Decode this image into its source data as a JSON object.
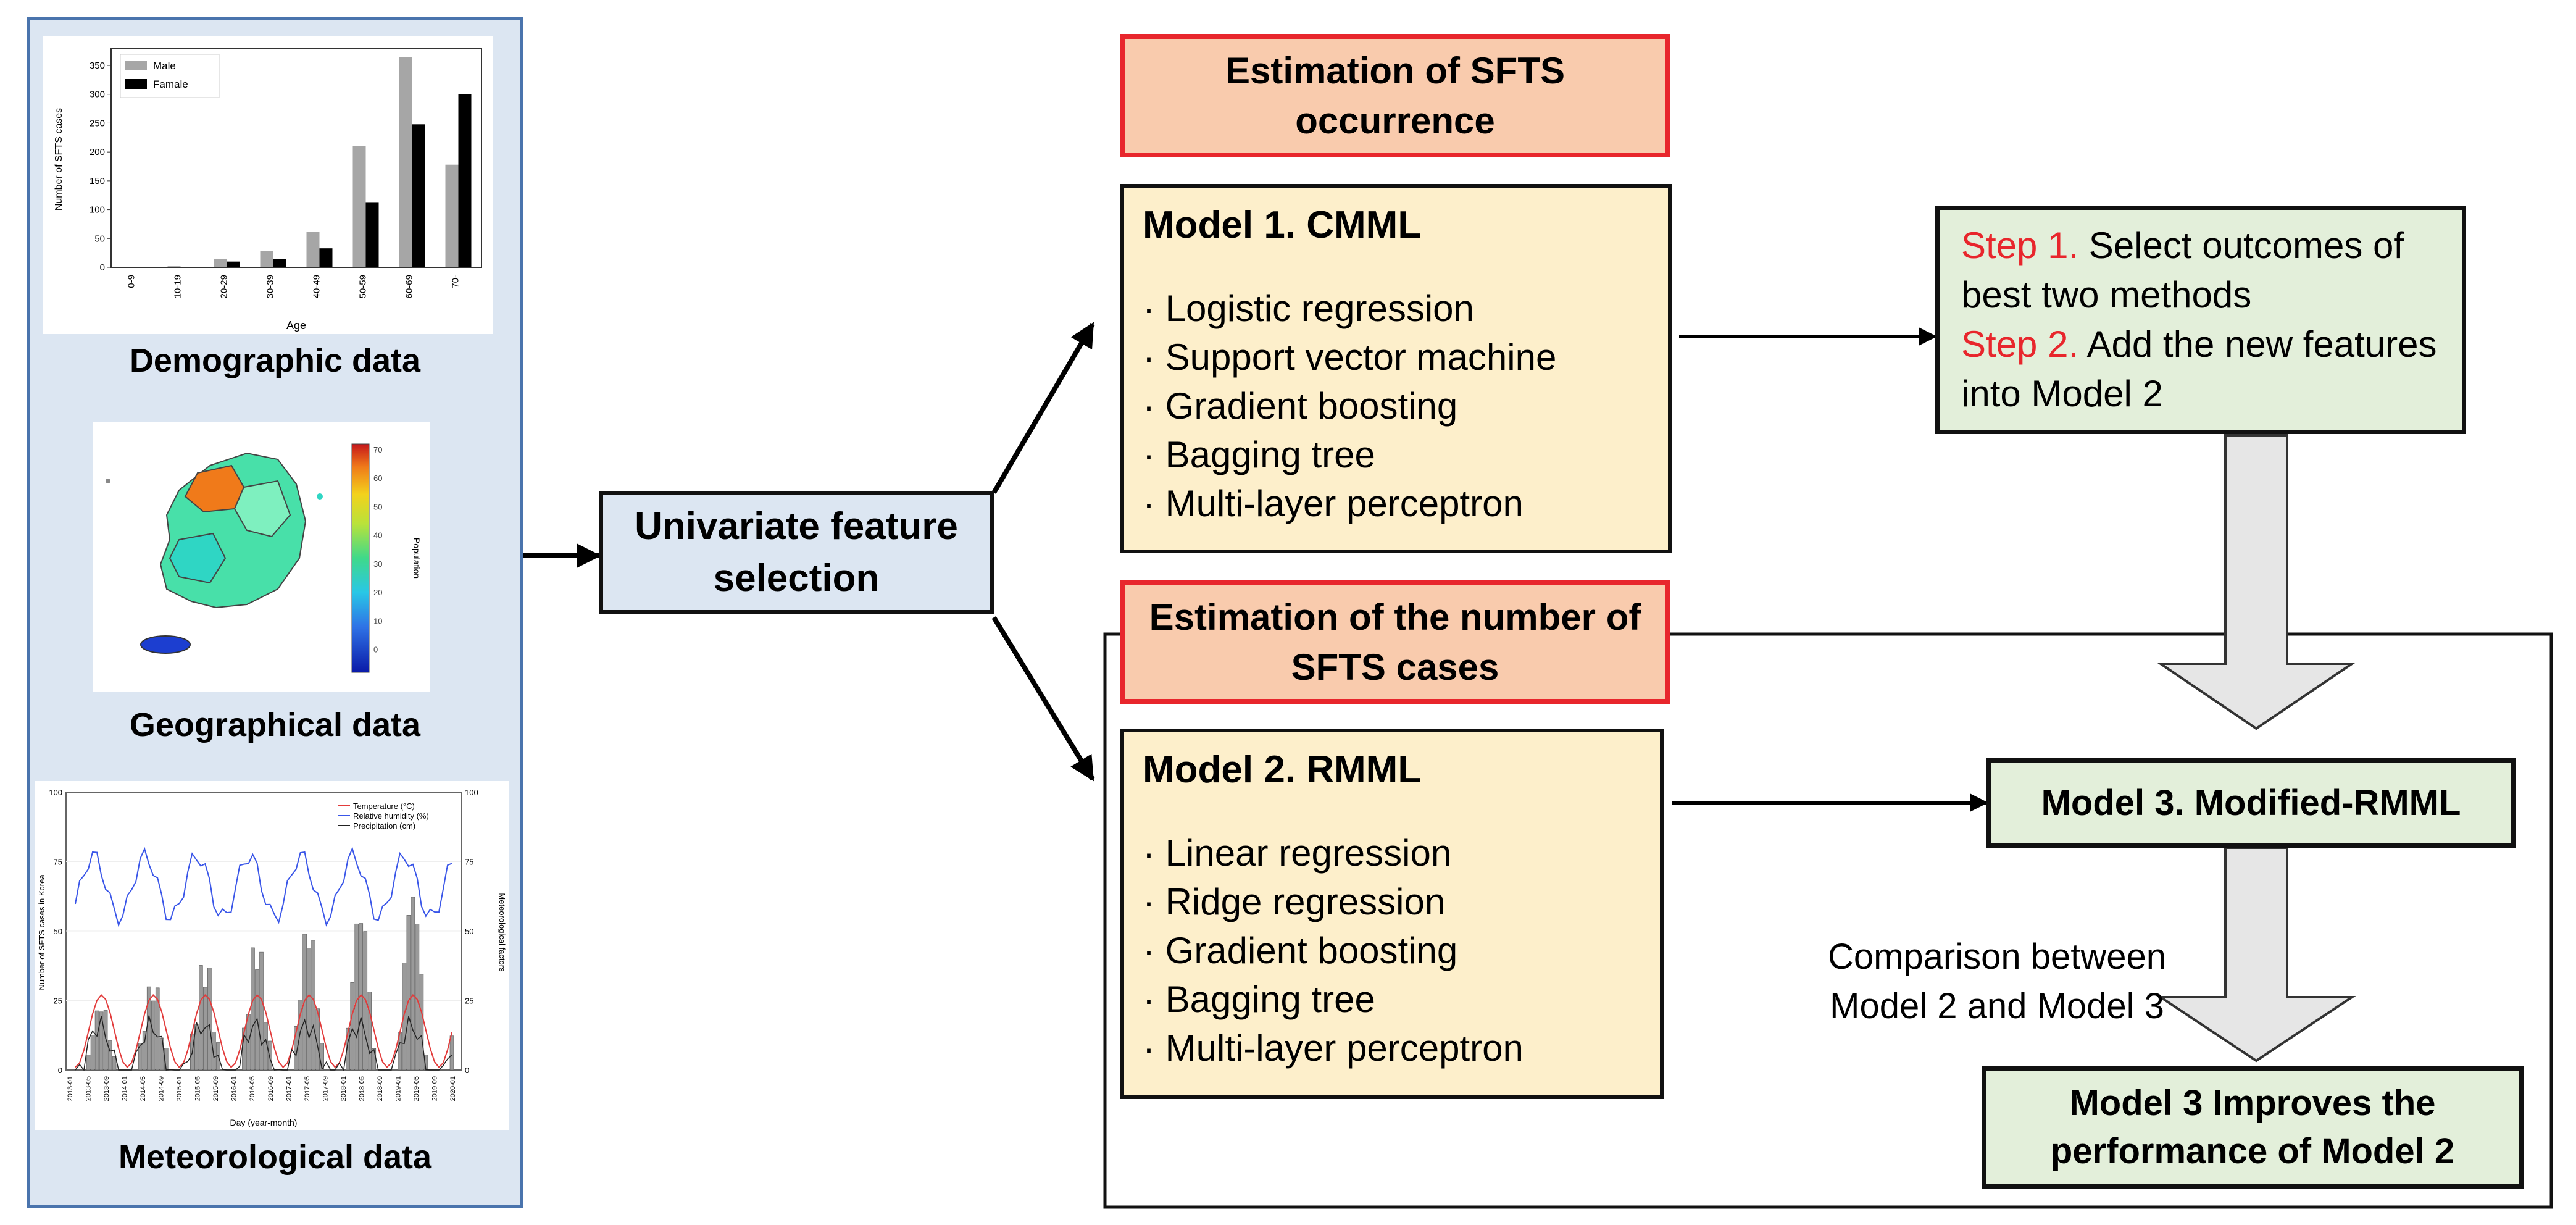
{
  "left_panel": {
    "captions": {
      "demographic": "Demographic data",
      "geographical": "Geographical data",
      "meteorological": "Meteorological data"
    },
    "demographic_chart": {
      "type": "bar",
      "xlabel": "Age",
      "ylabel": "Number of SFTS cases",
      "categories": [
        "0-9",
        "10-19",
        "20-29",
        "30-39",
        "40-49",
        "50-59",
        "60-69",
        "70-"
      ],
      "series": [
        {
          "name": "Male",
          "color": "#a6a6a6",
          "values": [
            0,
            2,
            15,
            28,
            62,
            210,
            365,
            178
          ]
        },
        {
          "name": "Famale",
          "color": "#000000",
          "values": [
            0,
            1,
            10,
            14,
            33,
            113,
            248,
            300
          ]
        }
      ],
      "yticks": [
        "0",
        "50",
        "100",
        "150",
        "200",
        "250",
        "300",
        "350"
      ],
      "ylim": [
        0,
        380
      ]
    },
    "geographical_chart": {
      "colorbar_label": "Population",
      "colorbar_ticks": [
        "70",
        "60",
        "50",
        "40",
        "30",
        "20",
        "10",
        "0"
      ]
    },
    "meteorological_chart": {
      "xlabel": "Day (year-month)",
      "ylabel_left": "Number of SFTS cases in Korea",
      "ylabel_right": "Meteorological factors",
      "legend": [
        "Temperature (°C)",
        "Relative humidity (%)",
        "Precipitation (cm)"
      ],
      "yticks_left": [
        "0",
        "25",
        "50",
        "75",
        "100"
      ],
      "yticks_right": [
        "0",
        "25",
        "50",
        "75",
        "100"
      ],
      "xticks": [
        "2013-01",
        "2013-05",
        "2013-09",
        "2014-01",
        "2014-05",
        "2014-09",
        "2015-01",
        "2015-05",
        "2015-09",
        "2016-01",
        "2016-05",
        "2016-09",
        "2017-01",
        "2017-05",
        "2017-09",
        "2018-01",
        "2018-05",
        "2018-09",
        "2019-01",
        "2019-05",
        "2019-09",
        "2020-01"
      ]
    }
  },
  "univariate": "Univariate feature selection",
  "est_occurrence": "Estimation of SFTS occurrence",
  "model1": {
    "title": "Model 1. CMML",
    "items": [
      "· Logistic regression",
      "· Support vector machine",
      "· Gradient boosting",
      "· Bagging tree",
      "· Multi-layer  perceptron"
    ]
  },
  "steps": {
    "step1_label": "Step 1.",
    "step1_text": " Select outcomes of best two methods",
    "step2_label": "Step 2.",
    "step2_text": " Add the new features into Model 2"
  },
  "est_number": "Estimation of the number of SFTS cases",
  "model2": {
    "title": "Model 2. RMML",
    "items": [
      "· Linear regression",
      "· Ridge regression",
      "· Gradient boosting",
      "· Bagging tree",
      "· Multi-layer  perceptron"
    ]
  },
  "model3": "Model 3. Modified-RMML",
  "comparison": "Comparison between Model 2 and Model 3",
  "improves": "Model 3 Improves the performance of Model 2"
}
